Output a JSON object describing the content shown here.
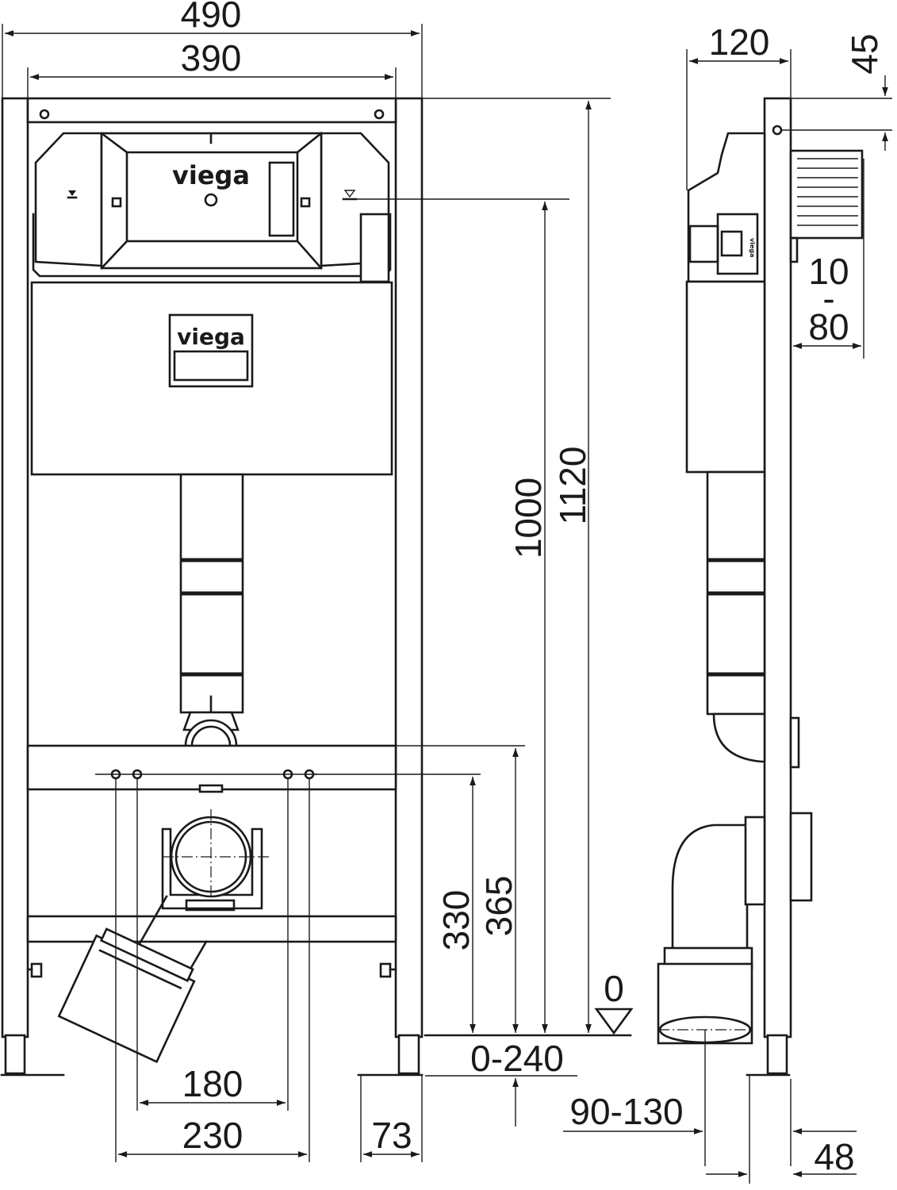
{
  "front_view": {
    "width_total": "490",
    "width_inner": "390",
    "height_total": "1120",
    "height_actuator": "1000",
    "height_fixing_365": "365",
    "height_fixing_330": "330",
    "floor_level": "0",
    "adjust_range": "0-240",
    "bolt_spacing_180": "180",
    "bolt_spacing_230": "230",
    "foot_width": "73",
    "brand_cistern": "viega",
    "brand_cover": "viega"
  },
  "side_view": {
    "depth_frame": "120",
    "top_offset": "45",
    "wall_range_top": "10",
    "wall_range_sep": "-",
    "wall_range_bottom": "80",
    "outlet_offset": "90-130",
    "foot_depth": "48",
    "brand_small": "viega"
  }
}
